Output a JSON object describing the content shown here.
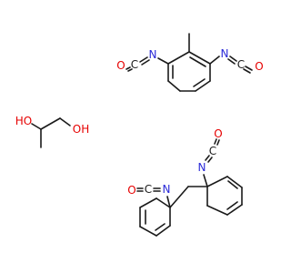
{
  "molecules": [
    {
      "name": "toluene-2,6-diisocyanate",
      "labels": {
        "n1": "N",
        "n2": "N",
        "c1": "C",
        "c2": "C",
        "o1": "O",
        "o2": "O"
      }
    },
    {
      "name": "propane-1,2-diol",
      "labels": {
        "oh1": "HO",
        "oh2": "OH"
      }
    },
    {
      "name": "bis(isocyanato-cyclohexadienyl)methane",
      "labels": {
        "n1": "N",
        "n2": "N",
        "c1": "C",
        "c2": "C",
        "o1": "O",
        "o2": "O"
      }
    }
  ],
  "colors": {
    "oxygen": "#e60000",
    "nitrogen": "#2a2ad8",
    "carbon": "#1a1a1a",
    "background": "#ffffff"
  }
}
